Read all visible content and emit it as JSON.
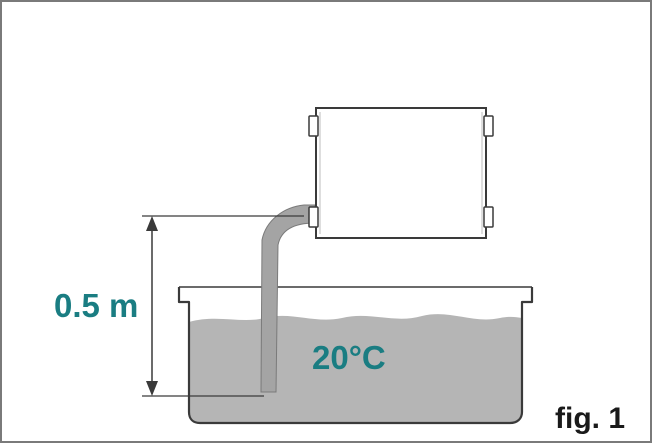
{
  "diagram": {
    "height_label": "0.5 m",
    "temperature_label": "20°C",
    "figure_label": "fig. 1"
  },
  "colors": {
    "label_accent": "#1a7d82",
    "figure_label": "#1a1a1a",
    "water": "#b5b5b5",
    "hose": "#a4a4a4",
    "outline": "#3a3a3a",
    "frame_border": "#7a7a7a"
  }
}
